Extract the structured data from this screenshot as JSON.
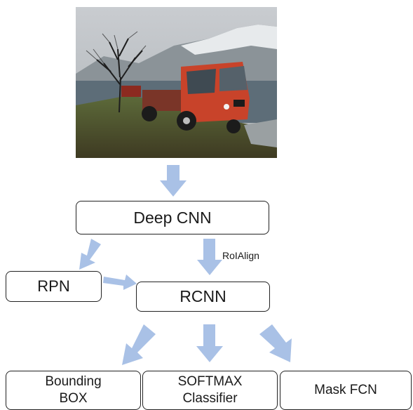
{
  "photo": {
    "subject": "red utility truck on grassy shore by a lake and snowy mountains"
  },
  "nodes": {
    "deep_cnn": "Deep CNN",
    "rpn": "RPN",
    "rcnn": "RCNN",
    "bbox_line1": "Bounding",
    "bbox_line2": "BOX",
    "softmax_line1": "SOFTMAX",
    "softmax_line2": "Classifier",
    "mask_fcn": "Mask FCN"
  },
  "edges": {
    "roialign_label": "RoIAlign"
  },
  "colors": {
    "arrow": "#a9c1e6",
    "box_border": "#222222"
  }
}
